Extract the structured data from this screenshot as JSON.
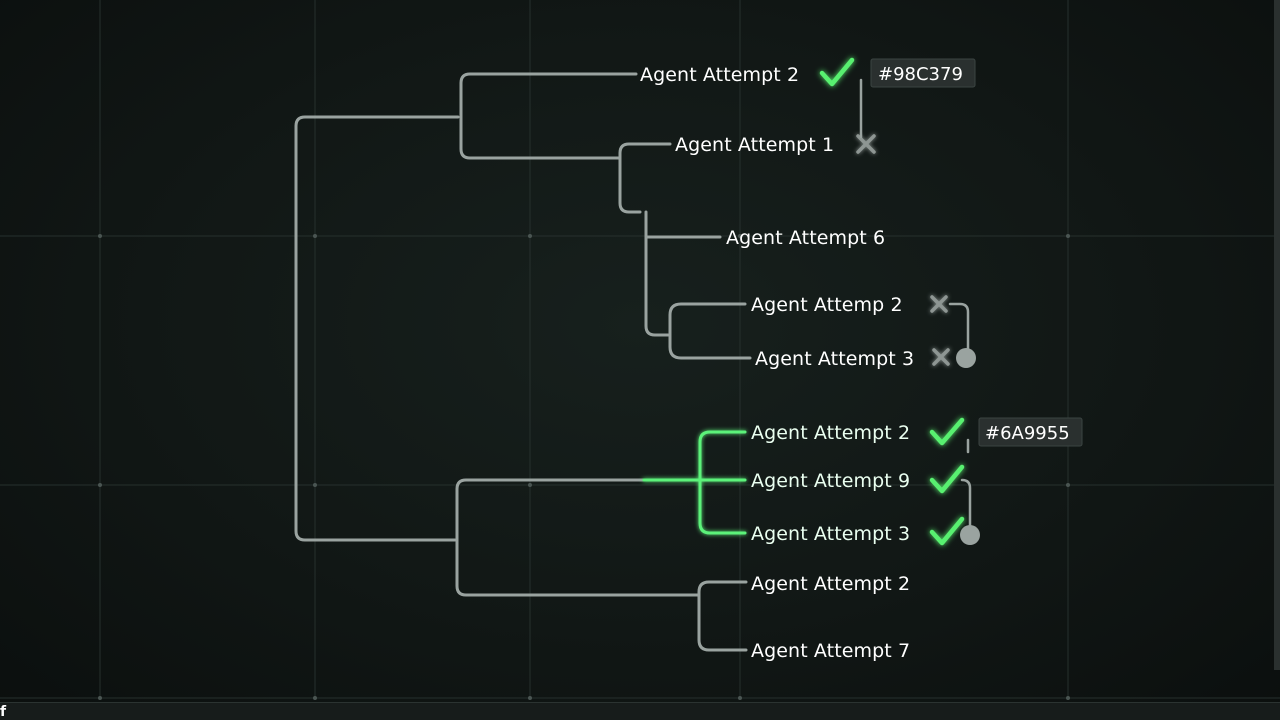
{
  "diagram": {
    "colors": {
      "background": "#111715",
      "grid": "#26302d",
      "branch": "#9aa3a0",
      "success_branch": "#5cf27a",
      "check": "#59f06f",
      "fail_x": "#8e9693",
      "label": "#ffffff"
    },
    "nodes": [
      {
        "label": "Agent Attempt 2",
        "status": "success",
        "tag": "#98C379"
      },
      {
        "label": "Agent Attempt 1",
        "status": "failed"
      },
      {
        "label": "Agent Attempt 6",
        "status": "none"
      },
      {
        "label": "Agent Attemp 2",
        "status": "failed"
      },
      {
        "label": "Agent Attempt 3",
        "status": "failed"
      },
      {
        "label": "Agent Attempt 2",
        "status": "success",
        "tag": "#6A9955"
      },
      {
        "label": "Agent Attempt 9",
        "status": "success"
      },
      {
        "label": "Agent Attempt 3",
        "status": "success"
      },
      {
        "label": "Agent Attempt 2",
        "status": "none"
      },
      {
        "label": "Agent Attempt 7",
        "status": "none"
      }
    ]
  },
  "bottom_bar": {
    "glyph": "f"
  }
}
